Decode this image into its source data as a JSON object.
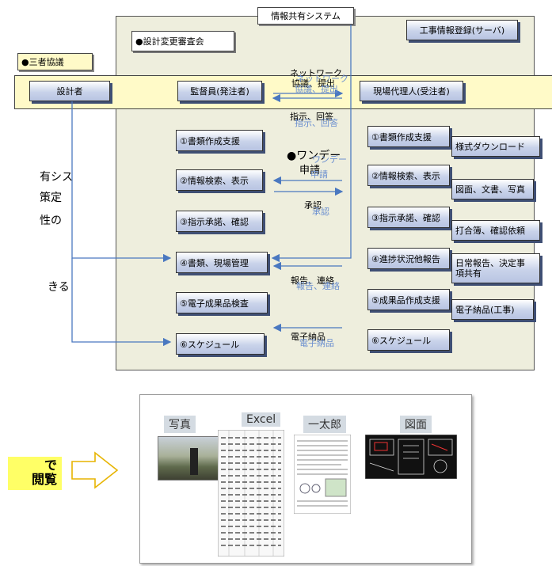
{
  "header": {
    "system": "情報共有システム",
    "server": "工事情報登録(サーバ)",
    "review_board": "●設計変更審査会",
    "three_party": "●三者協議"
  },
  "roles": {
    "designer": "設計者",
    "supervisor": "監督員(発注者)",
    "contractor": "現場代理人(受注者)"
  },
  "network_label": "ネットワーク",
  "network_ghost": "ネットワーク",
  "consult_label": "協議、提出",
  "consult_ghost": "協議、提出",
  "instruct_label": "指示、回答",
  "instruct_ghost": "指示、回答",
  "oneday_label": "●ワンデー",
  "oneday_ghost": "ワンデー",
  "apply_label": "申請",
  "apply_ghost": "申請",
  "approve_label": "承認",
  "approve_ghost": "承認",
  "report_label": "報告、連絡",
  "report_ghost": "報告、連絡",
  "delivery_label": "電子納品",
  "delivery_ghost": "電子納品",
  "supervisor_functions": [
    "①書類作成支援",
    "②情報検索、表示",
    "③指示承諾、確認",
    "④書類、現場管理",
    "⑤電子成果品検査",
    "⑥スケジュール"
  ],
  "contractor_functions": [
    "①書類作成支援",
    "②情報検索、表示",
    "③指示承諾、確認",
    "④進捗状況他報告",
    "⑤成果品作成支援",
    "⑥スケジュール"
  ],
  "contractor_details": [
    "様式ダウンロード",
    "図面、文書、写真",
    "打合簿、確認依頼",
    "日常報告、決定事",
    "項共有",
    "電子納品(工事)"
  ],
  "left_fragments": [
    "有シス",
    "策定",
    "性の",
    "きる"
  ],
  "yellow_label": {
    "line1": "で",
    "line2": "閲覧"
  },
  "doc_labels": [
    "写真",
    "Excel",
    "一太郎",
    "図面"
  ]
}
